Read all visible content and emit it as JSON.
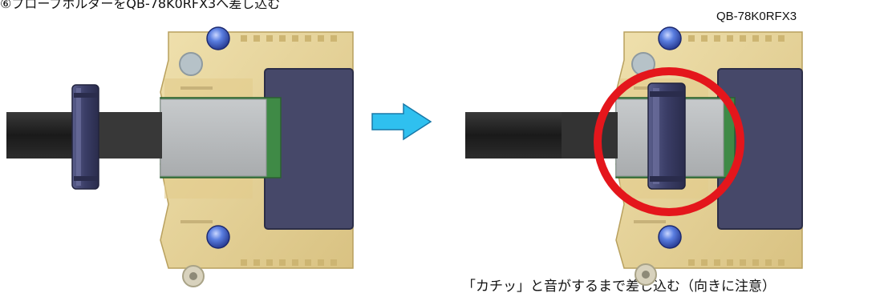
{
  "header": {
    "step_title": "⑥プローブホルダーをQB-78K0RFX3へ差し込む",
    "model_label": "QB-78K0RFX3"
  },
  "figure": {
    "caption": "「カチッ」と音がするまで差し込む（向きに注意）"
  },
  "colors": {
    "board": "#e7d49a",
    "board_edge": "#b8a05e",
    "screw": "#4668c6",
    "cable": "#1f1f1f",
    "shield": "#b9bcbe",
    "pcb": "#3f8a46",
    "socket": "#464869",
    "clip": "#3c3f66",
    "arrow": "#2fc0ef",
    "highlight": "#e4161c"
  },
  "icons": {
    "arrow": "right-arrow-icon",
    "highlight": "red-circle-highlight"
  }
}
